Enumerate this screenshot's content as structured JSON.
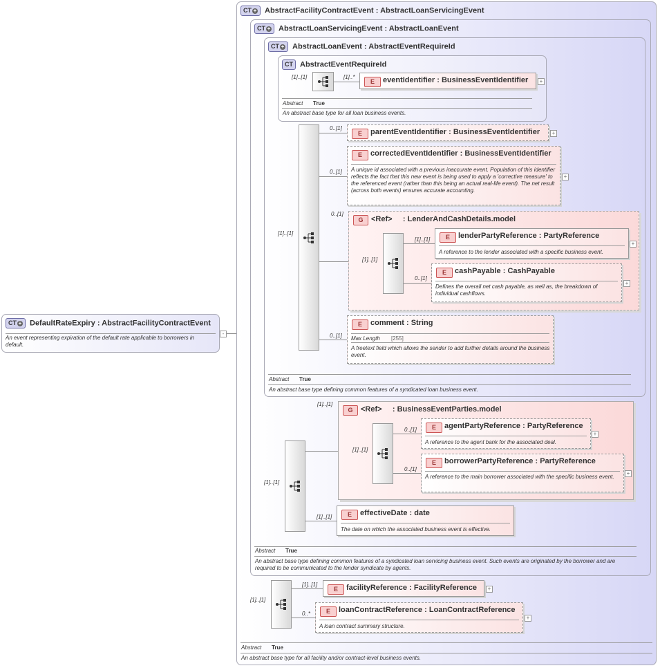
{
  "root": {
    "badge": "CT",
    "title": "DefaultRateExpiry",
    "base": "AbstractFacilityContractEvent",
    "description": "An event representing expiration of the default rate applicable to borrowers in default."
  },
  "labels": {
    "abstract_key": "Abstract",
    "abstract_value": "True",
    "max_length_key": "Max Length",
    "ref_label": "<Ref>",
    "colon": ":",
    "element_badge": "E",
    "group_badge": "G",
    "ct_badge": "CT",
    "expand_icon": "+",
    "collapse_icon": "-"
  },
  "facility_contract": {
    "title": "AbstractFacilityContractEvent",
    "base": "AbstractLoanServicingEvent",
    "description": "An abstract base type for all facility and/or contract-level business events.",
    "seq_card": "[1]..[1]",
    "facilityReference": {
      "name": "facilityReference",
      "type": "FacilityReference",
      "card": "[1]..[1]"
    },
    "loanContractReference": {
      "name": "loanContractReference",
      "type": "LoanContractReference",
      "card": "0..*",
      "description": "A loan contract summary structure."
    }
  },
  "loan_servicing": {
    "title": "AbstractLoanServicingEvent",
    "base": "AbstractLoanEvent",
    "description": "An abstract base type defining common features of a syndicated loan servicing business event. Such events are originated by the borrower and are required to be communicated to the lender syndicate by agents.",
    "seq_card": "[1]..[1]",
    "parties_group": {
      "name": "BusinessEventParties.model",
      "card": "[1]..[1]",
      "seq_card": "[1]..[1]"
    },
    "agentPartyReference": {
      "name": "agentPartyReference",
      "type": "PartyReference",
      "card": "0..[1]",
      "description": "A reference to the agent bank for the associated deal."
    },
    "borrowerPartyReference": {
      "name": "borrowerPartyReference",
      "type": "PartyReference",
      "card": "0..[1]",
      "description": "A reference to the main borrower associated with the specific business event."
    },
    "effectiveDate": {
      "name": "effectiveDate",
      "type": "date",
      "card": "[1]..[1]",
      "description": "The date on which the associated business event is effective."
    }
  },
  "loan_event": {
    "title": "AbstractLoanEvent",
    "base": "AbstractEventRequireId",
    "description": "An abstract base type defining common features of a syndicated loan business event.",
    "seq_card": "[1]..[1]",
    "parentEventIdentifier": {
      "name": "parentEventIdentifier",
      "type": "BusinessEventIdentifier",
      "card": "0..[1]"
    },
    "correctedEventIdentifier": {
      "name": "correctedEventIdentifier",
      "type": "BusinessEventIdentifier",
      "card": "0..[1]",
      "description": "A unique id associated with a previous inaccurate event. Population of this identifier reflects the fact that this new event is being used to apply a 'corrective measure' to the referenced event (rather than this being an actual real-life event). The net result (across both events) ensures accurate accounting."
    },
    "lender_group": {
      "name": "LenderAndCashDetails.model",
      "card": "0..[1]",
      "seq_card": "[1]..[1]"
    },
    "lenderPartyReference": {
      "name": "lenderPartyReference",
      "type": "PartyReference",
      "card": "[1]..[1]",
      "description": "A reference to the lender associated with a specific business event."
    },
    "cashPayable": {
      "name": "cashPayable",
      "type": "CashPayable",
      "card": "0..[1]",
      "description": "Defines the overall net cash payable, as well as, the breakdown of individual cashflows."
    },
    "comment": {
      "name": "comment",
      "type": "String",
      "card": "0..[1]",
      "max_length": "[255]",
      "description": "A freetext field which allows the sender to add further details around the business event."
    }
  },
  "event_require_id": {
    "title": "AbstractEventRequireId",
    "description": "An abstract base type for all loan business events.",
    "seq_card": "[1]..[1]",
    "eventIdentifier": {
      "name": "eventIdentifier",
      "type": "BusinessEventIdentifier",
      "card": "[1]..*"
    }
  }
}
